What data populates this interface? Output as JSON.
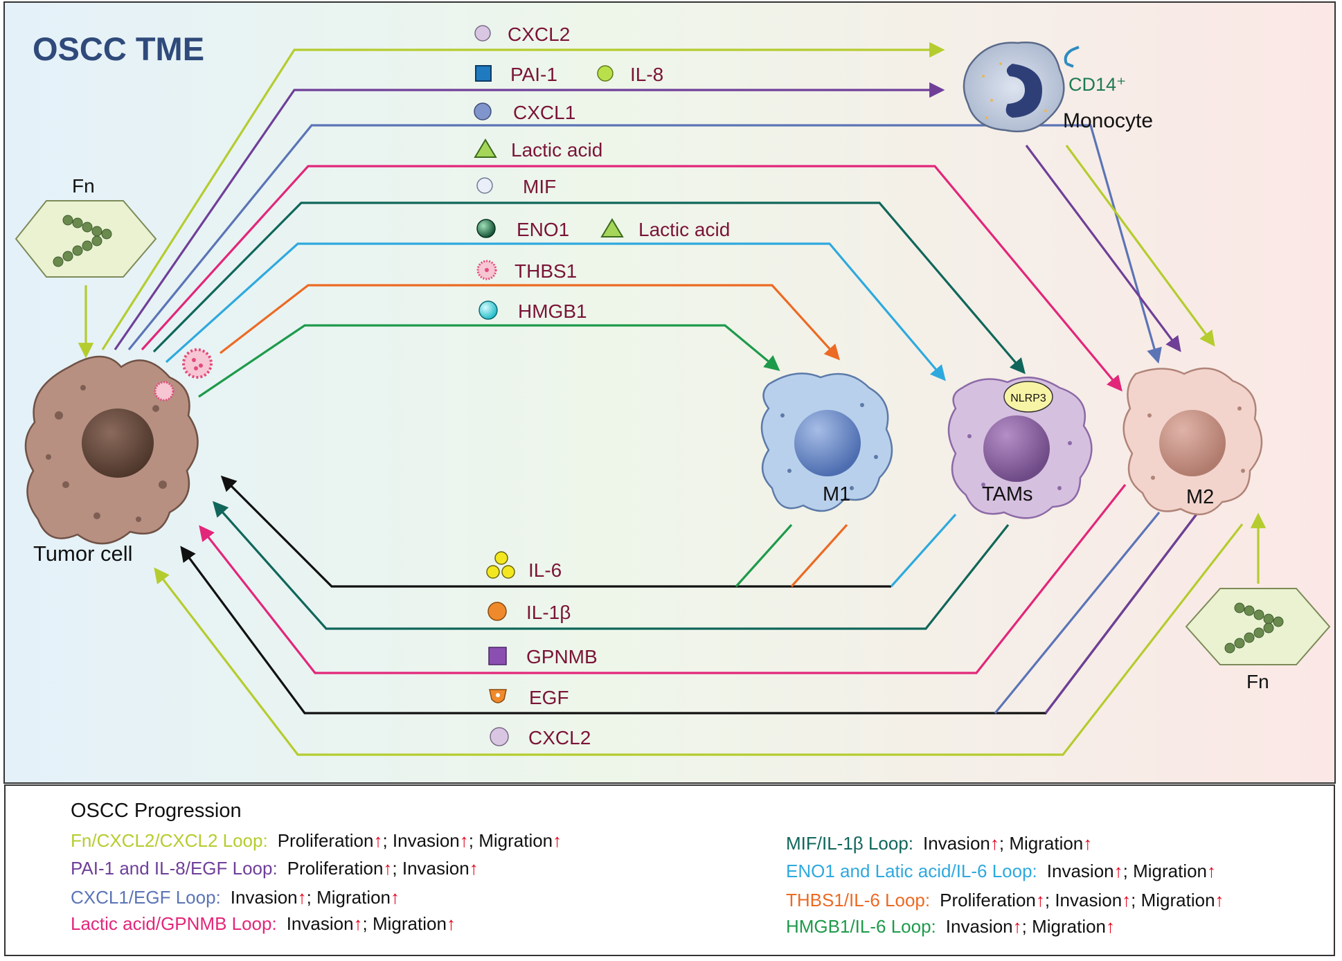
{
  "title": "OSCC TME",
  "colors": {
    "lime": "#b5cc2e",
    "purple": "#6f3f98",
    "blue": "#5b74b6",
    "magenta": "#e2267a",
    "teal": "#10665a",
    "cyan": "#2ea9de",
    "orange": "#ec6a23",
    "green": "#1e9a4b",
    "black": "#111111",
    "label": "#7a1438"
  },
  "cells": {
    "tumor": {
      "label": "Tumor cell"
    },
    "monocyte": {
      "label": "Monocyte",
      "marker": "CD14⁺"
    },
    "m1": {
      "label": "M1"
    },
    "tams": {
      "label": "TAMs",
      "inner_label": "NLRP3"
    },
    "m2": {
      "label": "M2"
    },
    "fn_left": {
      "label": "Fn"
    },
    "fn_right": {
      "label": "Fn"
    }
  },
  "top_factors": [
    {
      "text": "CXCL2",
      "icon": "circle-lilac-icon"
    },
    {
      "text": "PAI-1",
      "icon": "square-blue-icon"
    },
    {
      "text": "IL-8",
      "icon": "circle-lime-icon"
    },
    {
      "text": "CXCL1",
      "icon": "circle-steelblue-icon"
    },
    {
      "text": "Lactic acid",
      "icon": "triangle-green-icon"
    },
    {
      "text": "MIF",
      "icon": "circle-pale-icon"
    },
    {
      "text": "ENO1",
      "icon": "sphere-darkgreen-icon"
    },
    {
      "text": "Lactic acid",
      "icon": "triangle-green-icon"
    },
    {
      "text": "THBS1",
      "icon": "spiky-pink-icon"
    },
    {
      "text": "HMGB1",
      "icon": "circle-cyan-icon"
    }
  ],
  "bottom_factors": [
    {
      "text": "IL-6",
      "icon": "three-yellow-dots-icon"
    },
    {
      "text": "IL-1β",
      "icon": "circle-orange-icon"
    },
    {
      "text": "GPNMB",
      "icon": "square-purple-icon"
    },
    {
      "text": "EGF",
      "icon": "cup-orange-icon"
    },
    {
      "text": "CXCL2",
      "icon": "circle-lilac-icon"
    }
  ],
  "legend": {
    "title": "OSCC Progression",
    "left": [
      {
        "name": "Fn/CXCL2/CXCL2 Loop:",
        "color": "#b5cc2e",
        "effects": [
          "Proliferation",
          "Invasion",
          "Migration"
        ]
      },
      {
        "name": "PAI-1 and IL-8/EGF Loop:",
        "color": "#6f3f98",
        "effects": [
          "Proliferation",
          "Invasion"
        ]
      },
      {
        "name": "CXCL1/EGF Loop:",
        "color": "#5b74b6",
        "effects": [
          "Invasion",
          "Migration"
        ]
      },
      {
        "name": "Lactic acid/GPNMB Loop:",
        "color": "#e2267a",
        "effects": [
          "Invasion",
          "Migration"
        ]
      }
    ],
    "right": [
      {
        "name": "MIF/IL-1β Loop:",
        "color": "#10665a",
        "effects": [
          "Invasion",
          "Migration"
        ]
      },
      {
        "name": "ENO1 and Latic acid/IL-6 Loop:",
        "color": "#2ea9de",
        "effects": [
          "Invasion",
          "Migration"
        ]
      },
      {
        "name": "THBS1/IL-6 Loop:",
        "color": "#ec6a23",
        "effects": [
          "Proliferation",
          "Invasion",
          "Migration"
        ]
      },
      {
        "name": "HMGB1/IL-6 Loop:",
        "color": "#1e9a4b",
        "effects": [
          "Invasion",
          "Migration"
        ]
      }
    ],
    "up_arrow": "↑"
  }
}
